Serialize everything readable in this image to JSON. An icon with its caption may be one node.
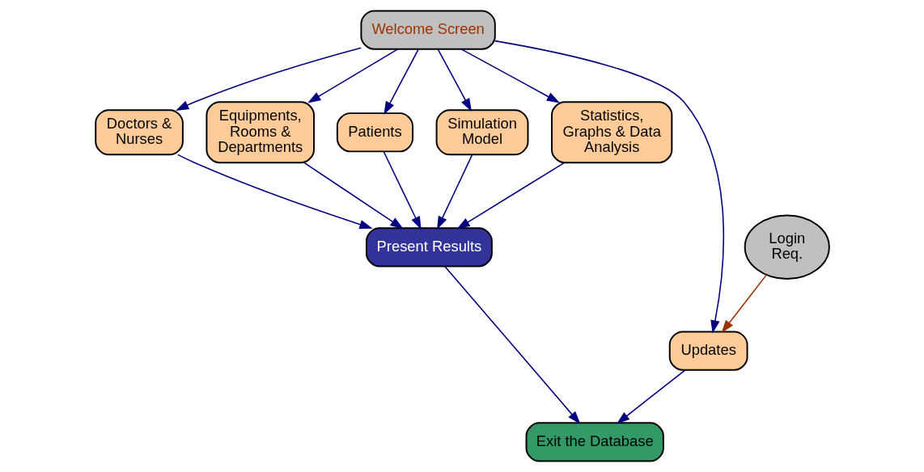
{
  "diagram": {
    "nodes": [
      {
        "text": [
          "Welcome Screen"
        ]
      },
      {
        "text": [
          "Doctors & Nurses"
        ]
      },
      {
        "text": [
          "Equipments, Rooms & Departments"
        ]
      },
      {
        "text": [
          "Patients"
        ]
      },
      {
        "text": [
          "Simulation Model"
        ]
      },
      {
        "text": [
          "Statistics, Graphs & Data Analysis"
        ]
      },
      {
        "text": [
          "Updates"
        ]
      },
      {
        "text": [
          "Login Req."
        ]
      },
      {
        "text": [
          "Present Results"
        ]
      },
      {
        "text": [
          "Exit the Database"
        ]
      }
    ],
    "edges": [
      {
        "from": 0,
        "to": 1,
        "arrow": "to"
      },
      {
        "from": 0,
        "to": 2,
        "arrow": "to"
      },
      {
        "from": 0,
        "to": 3,
        "arrow": "to"
      },
      {
        "from": 0,
        "to": 4,
        "arrow": "to"
      },
      {
        "from": 0,
        "to": 5,
        "arrow": "to"
      },
      {
        "from": 0,
        "to": 6,
        "arrow": "to"
      },
      {
        "from": 1,
        "to": 8,
        "arrow": "to"
      },
      {
        "from": 2,
        "to": 8,
        "arrow": "to"
      },
      {
        "from": 3,
        "to": 8,
        "arrow": "to"
      },
      {
        "from": 4,
        "to": 8,
        "arrow": "to"
      },
      {
        "from": 5,
        "to": 8,
        "arrow": "to"
      },
      {
        "from": 6,
        "to": 9,
        "arrow": "to"
      },
      {
        "from": 7,
        "to": 6,
        "arrow": "to",
        "color": "#993300"
      },
      {
        "from": 8,
        "to": 9,
        "arrow": "to"
      }
    ]
  }
}
